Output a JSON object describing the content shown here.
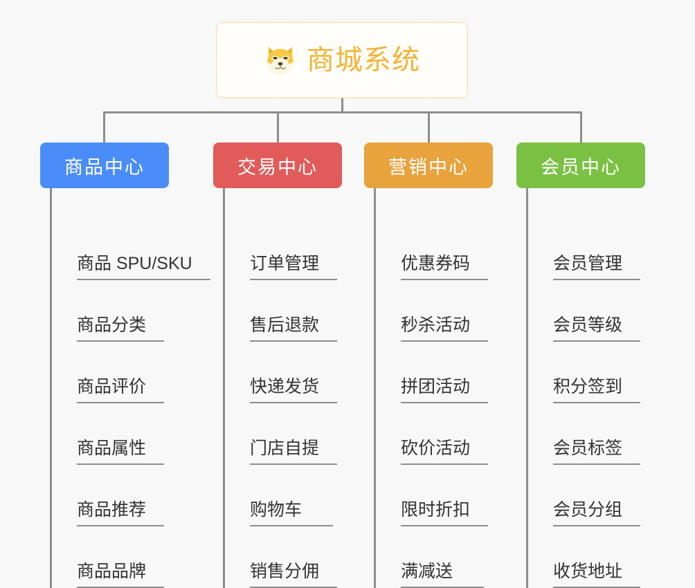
{
  "diagram": {
    "type": "mindmap",
    "background_color": "#f8f8f8",
    "connector_color": "#8c8c8c",
    "root": {
      "title": "商城系统",
      "icon": "shiba-dog-face-icon",
      "accent_color": "#f5b335",
      "border_color": "#f0b429",
      "background_color": "#fffefb"
    },
    "branches": [
      {
        "label": "商品中心",
        "color": "#4b8df8",
        "items": [
          "商品 SPU/SKU",
          "商品分类",
          "商品评价",
          "商品属性",
          "商品推荐",
          "商品品牌"
        ]
      },
      {
        "label": "交易中心",
        "color": "#e25b5b",
        "items": [
          "订单管理",
          "售后退款",
          "快递发货",
          "门店自提",
          "购物车",
          "销售分佣"
        ]
      },
      {
        "label": "营销中心",
        "color": "#e8a33d",
        "items": [
          "优惠券码",
          "秒杀活动",
          "拼团活动",
          "砍价活动",
          "限时折扣",
          "满减送"
        ]
      },
      {
        "label": "会员中心",
        "color": "#7ac143",
        "items": [
          "会员管理",
          "会员等级",
          "积分签到",
          "会员标签",
          "会员分组",
          "收货地址"
        ]
      }
    ]
  }
}
